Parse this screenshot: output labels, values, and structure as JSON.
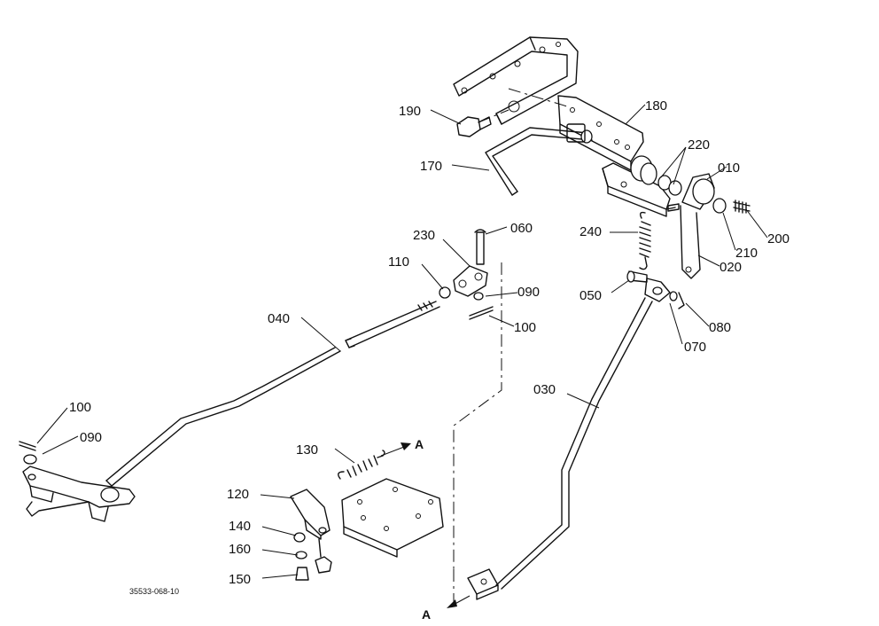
{
  "drawing_number": "35533-068-10",
  "view_marks": {
    "upper": "A",
    "lower": "A"
  },
  "callouts": [
    {
      "id": "c190",
      "text": "190"
    },
    {
      "id": "c180",
      "text": "180"
    },
    {
      "id": "c170",
      "text": "170"
    },
    {
      "id": "c220",
      "text": "220"
    },
    {
      "id": "c010",
      "text": "010"
    },
    {
      "id": "c060",
      "text": "060"
    },
    {
      "id": "c230",
      "text": "230"
    },
    {
      "id": "c240",
      "text": "240"
    },
    {
      "id": "c200",
      "text": "200"
    },
    {
      "id": "c210",
      "text": "210"
    },
    {
      "id": "c110",
      "text": "110"
    },
    {
      "id": "c020",
      "text": "020"
    },
    {
      "id": "c090a",
      "text": "090"
    },
    {
      "id": "c050",
      "text": "050"
    },
    {
      "id": "c100a",
      "text": "100"
    },
    {
      "id": "c080",
      "text": "080"
    },
    {
      "id": "c040",
      "text": "040"
    },
    {
      "id": "c070",
      "text": "070"
    },
    {
      "id": "c030",
      "text": "030"
    },
    {
      "id": "c100b",
      "text": "100"
    },
    {
      "id": "c090b",
      "text": "090"
    },
    {
      "id": "c130",
      "text": "130"
    },
    {
      "id": "c120",
      "text": "120"
    },
    {
      "id": "c140",
      "text": "140"
    },
    {
      "id": "c160",
      "text": "160"
    },
    {
      "id": "c150",
      "text": "150"
    }
  ]
}
